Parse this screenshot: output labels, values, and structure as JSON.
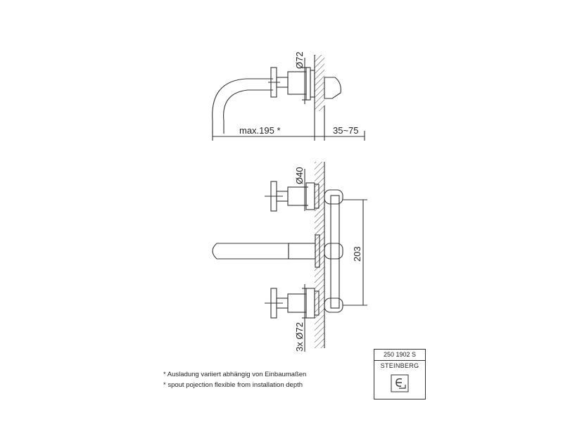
{
  "top_view": {
    "dim_diameter": "Ø72",
    "dim_projection": "max.195 *",
    "dim_depth": "35~75"
  },
  "front_view": {
    "dim_handle_diameter": "Ø40",
    "dim_height": "203",
    "dim_rosette": "3x Ø72"
  },
  "notes": {
    "de": "* Ausladung variiert abhängig von Einbaumaßen",
    "en": "* spout pojection flexible from installation depth"
  },
  "title_block": {
    "code": "250 1902 S",
    "brand": "STEINBERG",
    "logo_icon": "steinberg-logo-icon"
  }
}
